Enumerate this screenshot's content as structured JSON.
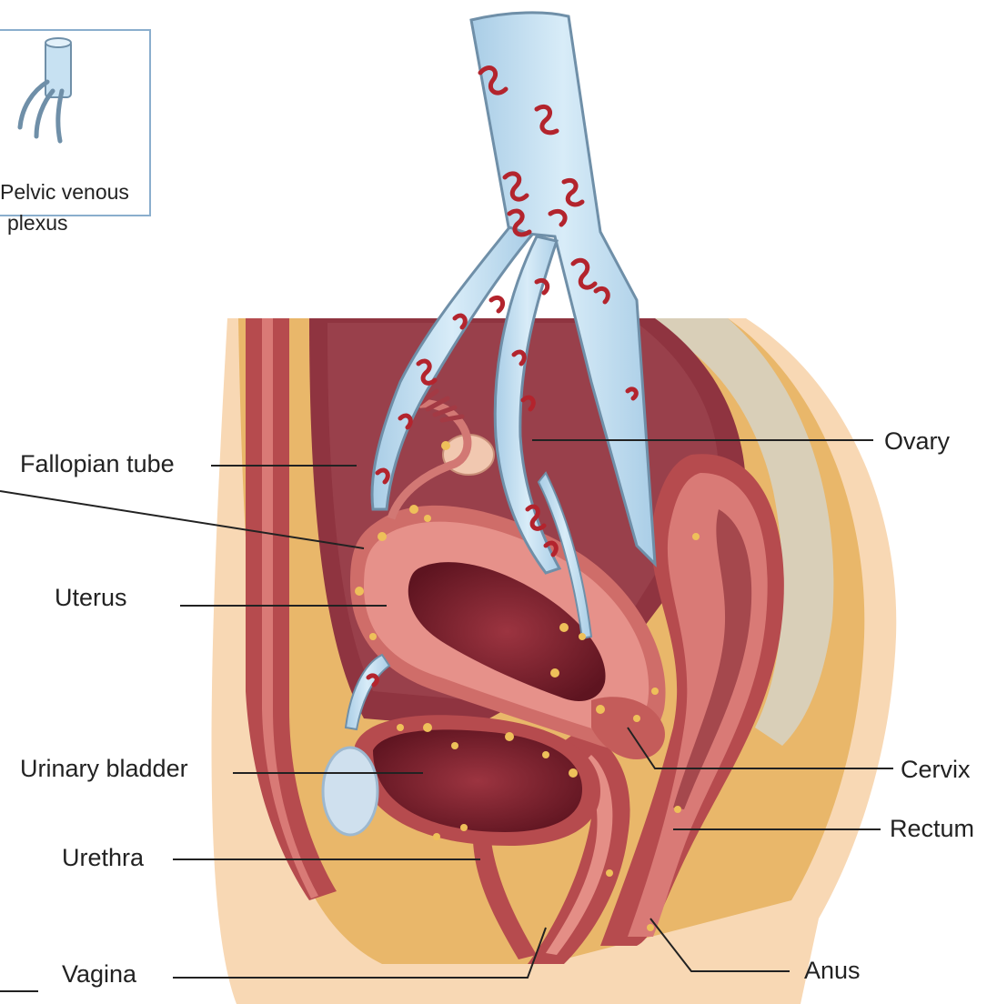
{
  "legend": {
    "label_line1": "Pelvic venous",
    "label_line2": "plexus",
    "icon": "vein-branch-icon"
  },
  "labels": {
    "fallopian_tube": "Fallopian tube",
    "uterus": "Uterus",
    "urinary_bladder": "Urinary bladder",
    "urethra": "Urethra",
    "vagina": "Vagina",
    "ovary": "Ovary",
    "cervix": "Cervix",
    "rectum": "Rectum",
    "anus": "Anus"
  },
  "colors": {
    "skin": "#f8d8b4",
    "fat": "#e9b76a",
    "muscle": "#b64b4e",
    "organ": "#d97a76",
    "cavity": "#7a1f2b",
    "vein": "#c7e1f2",
    "vein_outline": "#6f8fa8",
    "blood_clot": "#b3242d",
    "spine": "#d9cfb8"
  }
}
